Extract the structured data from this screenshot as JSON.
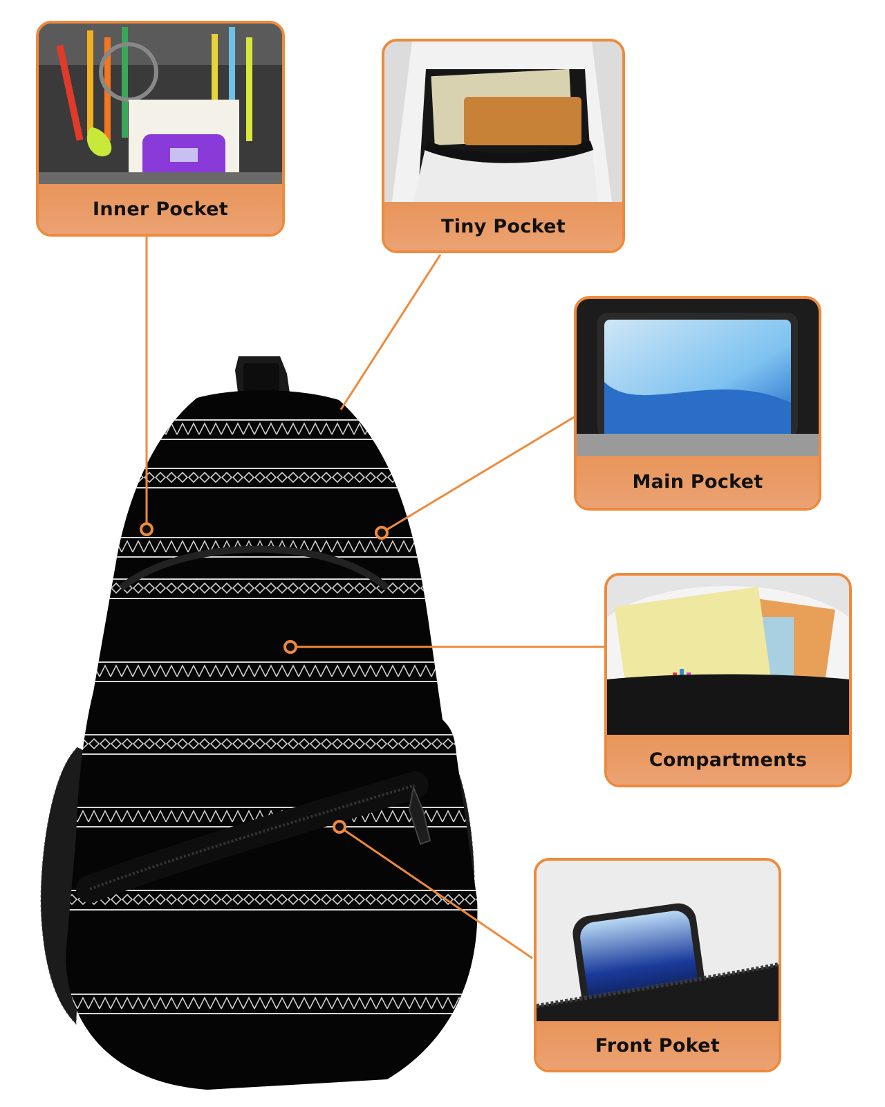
{
  "accent_color": "#ee8a3c",
  "bag": {
    "pattern": "black-white-tribal-stripes"
  },
  "callouts": [
    {
      "id": "inner",
      "label": "Inner Pocket",
      "photo": "school-supplies-in-pocket"
    },
    {
      "id": "tiny",
      "label": "Tiny Pocket",
      "photo": "cash-and-wallet-in-pocket"
    },
    {
      "id": "main",
      "label": "Main Pocket",
      "photo": "tablet-in-bag"
    },
    {
      "id": "comp",
      "label": "Compartments",
      "photo": "notebooks-in-bag"
    },
    {
      "id": "front",
      "label": "Front Poket",
      "photo": "phone-in-front-pocket"
    }
  ]
}
